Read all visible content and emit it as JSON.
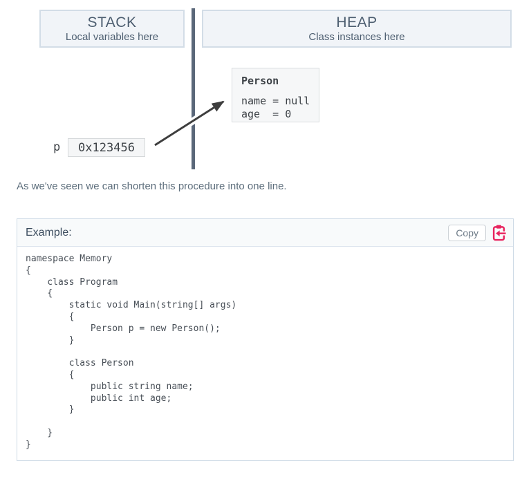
{
  "diagram": {
    "stack": {
      "title": "STACK",
      "subtitle": "Local variables here"
    },
    "heap": {
      "title": "HEAP",
      "subtitle": "Class instances here"
    },
    "person_box": {
      "title": "Person",
      "fields": [
        "name = null",
        "age  = 0"
      ]
    },
    "pointer": {
      "label": "p",
      "value": "0x123456"
    },
    "arrow_icon": "pointer-arrow-icon"
  },
  "paragraph": "As we've seen we can shorten this procedure into one line.",
  "example": {
    "title": "Example:",
    "copy_label": "Copy",
    "copy_icon": "clipboard-copy-icon",
    "code": "namespace Memory\n{\n    class Program\n    {\n        static void Main(string[] args)\n        {\n            Person p = new Person();\n        }\n\n        class Person\n        {\n            public string name;\n            public int age;\n        }\n\n    }\n}"
  },
  "colors": {
    "accent_pink": "#e8255f",
    "divider_slate": "#5a6779",
    "mem_box_bg": "#f1f4f8",
    "mem_box_border": "#d3dde7",
    "mem_text": "#4d5e70",
    "code_text": "#474e56",
    "paragraph_text": "#5d6e7c",
    "arrow_dark": "#3e3e3e"
  }
}
